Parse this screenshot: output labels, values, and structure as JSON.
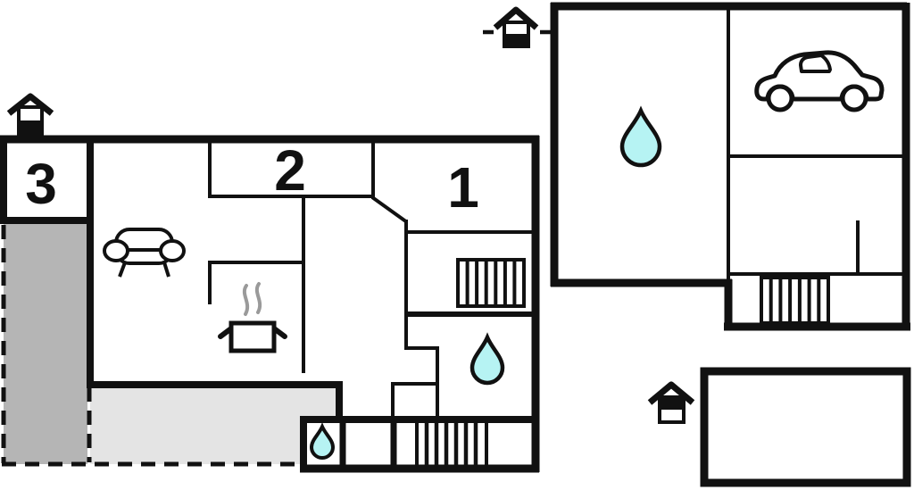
{
  "document": {
    "type": "floor-plan",
    "background": "#ffffff"
  },
  "colors": {
    "outline": "#111111",
    "terrace_dark": "#b5b5b5",
    "terrace_light": "#e4e4e4",
    "water": "#b6f3f3",
    "steam": "#9a9a9a"
  },
  "main_house": {
    "room_labels": [
      {
        "id": "room-3",
        "label": "3"
      },
      {
        "id": "room-2",
        "label": "2"
      },
      {
        "id": "room-1",
        "label": "1"
      }
    ],
    "features": {
      "sofa": "sofa-icon",
      "stove": "steaming-pot-icon",
      "bathroom_drop": "water-drop-icon",
      "small_drop": "water-drop-icon",
      "stairs_upper": "staircase-icon",
      "stairs_lower": "staircase-icon",
      "terrace_dark": "covered-terrace-area",
      "terrace_light": "open-terrace-area"
    }
  },
  "annex": {
    "features": {
      "car": "car-icon",
      "drop": "water-drop-icon",
      "stairs": "staircase-icon"
    }
  },
  "outbuilding": {
    "feature": "empty-plot-rectangle"
  },
  "entrances": [
    {
      "id": "entrance-main-house",
      "icon": "house-entrance-icon"
    },
    {
      "id": "entrance-annex",
      "icon": "house-entrance-icon"
    },
    {
      "id": "entrance-outbuilding",
      "icon": "house-entrance-icon"
    }
  ]
}
